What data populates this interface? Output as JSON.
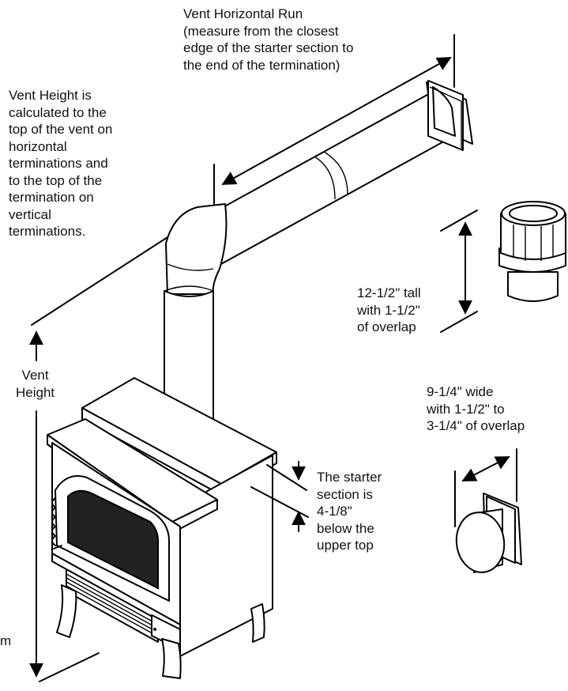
{
  "labels": {
    "horizontal_run": [
      "Vent Horizontal Run",
      "(measure from the closest",
      "edge of the starter section to",
      "the end of the termination)"
    ],
    "vent_height_note": [
      "Vent Height is",
      "calculated to the",
      "top of the vent on",
      "horizontal",
      "terminations and",
      "to the top of the",
      "termination on",
      "vertical",
      "terminations."
    ],
    "vent_height": [
      "Vent",
      "Height"
    ],
    "vertical_termination": [
      "12-1/2\" tall",
      "with 1-1/2\"",
      "of overlap"
    ],
    "horizontal_termination": [
      "9-1/4\" wide",
      "with 1-1/2\" to",
      "3-1/4\" of overlap"
    ],
    "starter_section": [
      "The starter",
      "section is",
      "4-1/8\"",
      "below the",
      "upper top"
    ],
    "bottom_fragment": "m"
  }
}
